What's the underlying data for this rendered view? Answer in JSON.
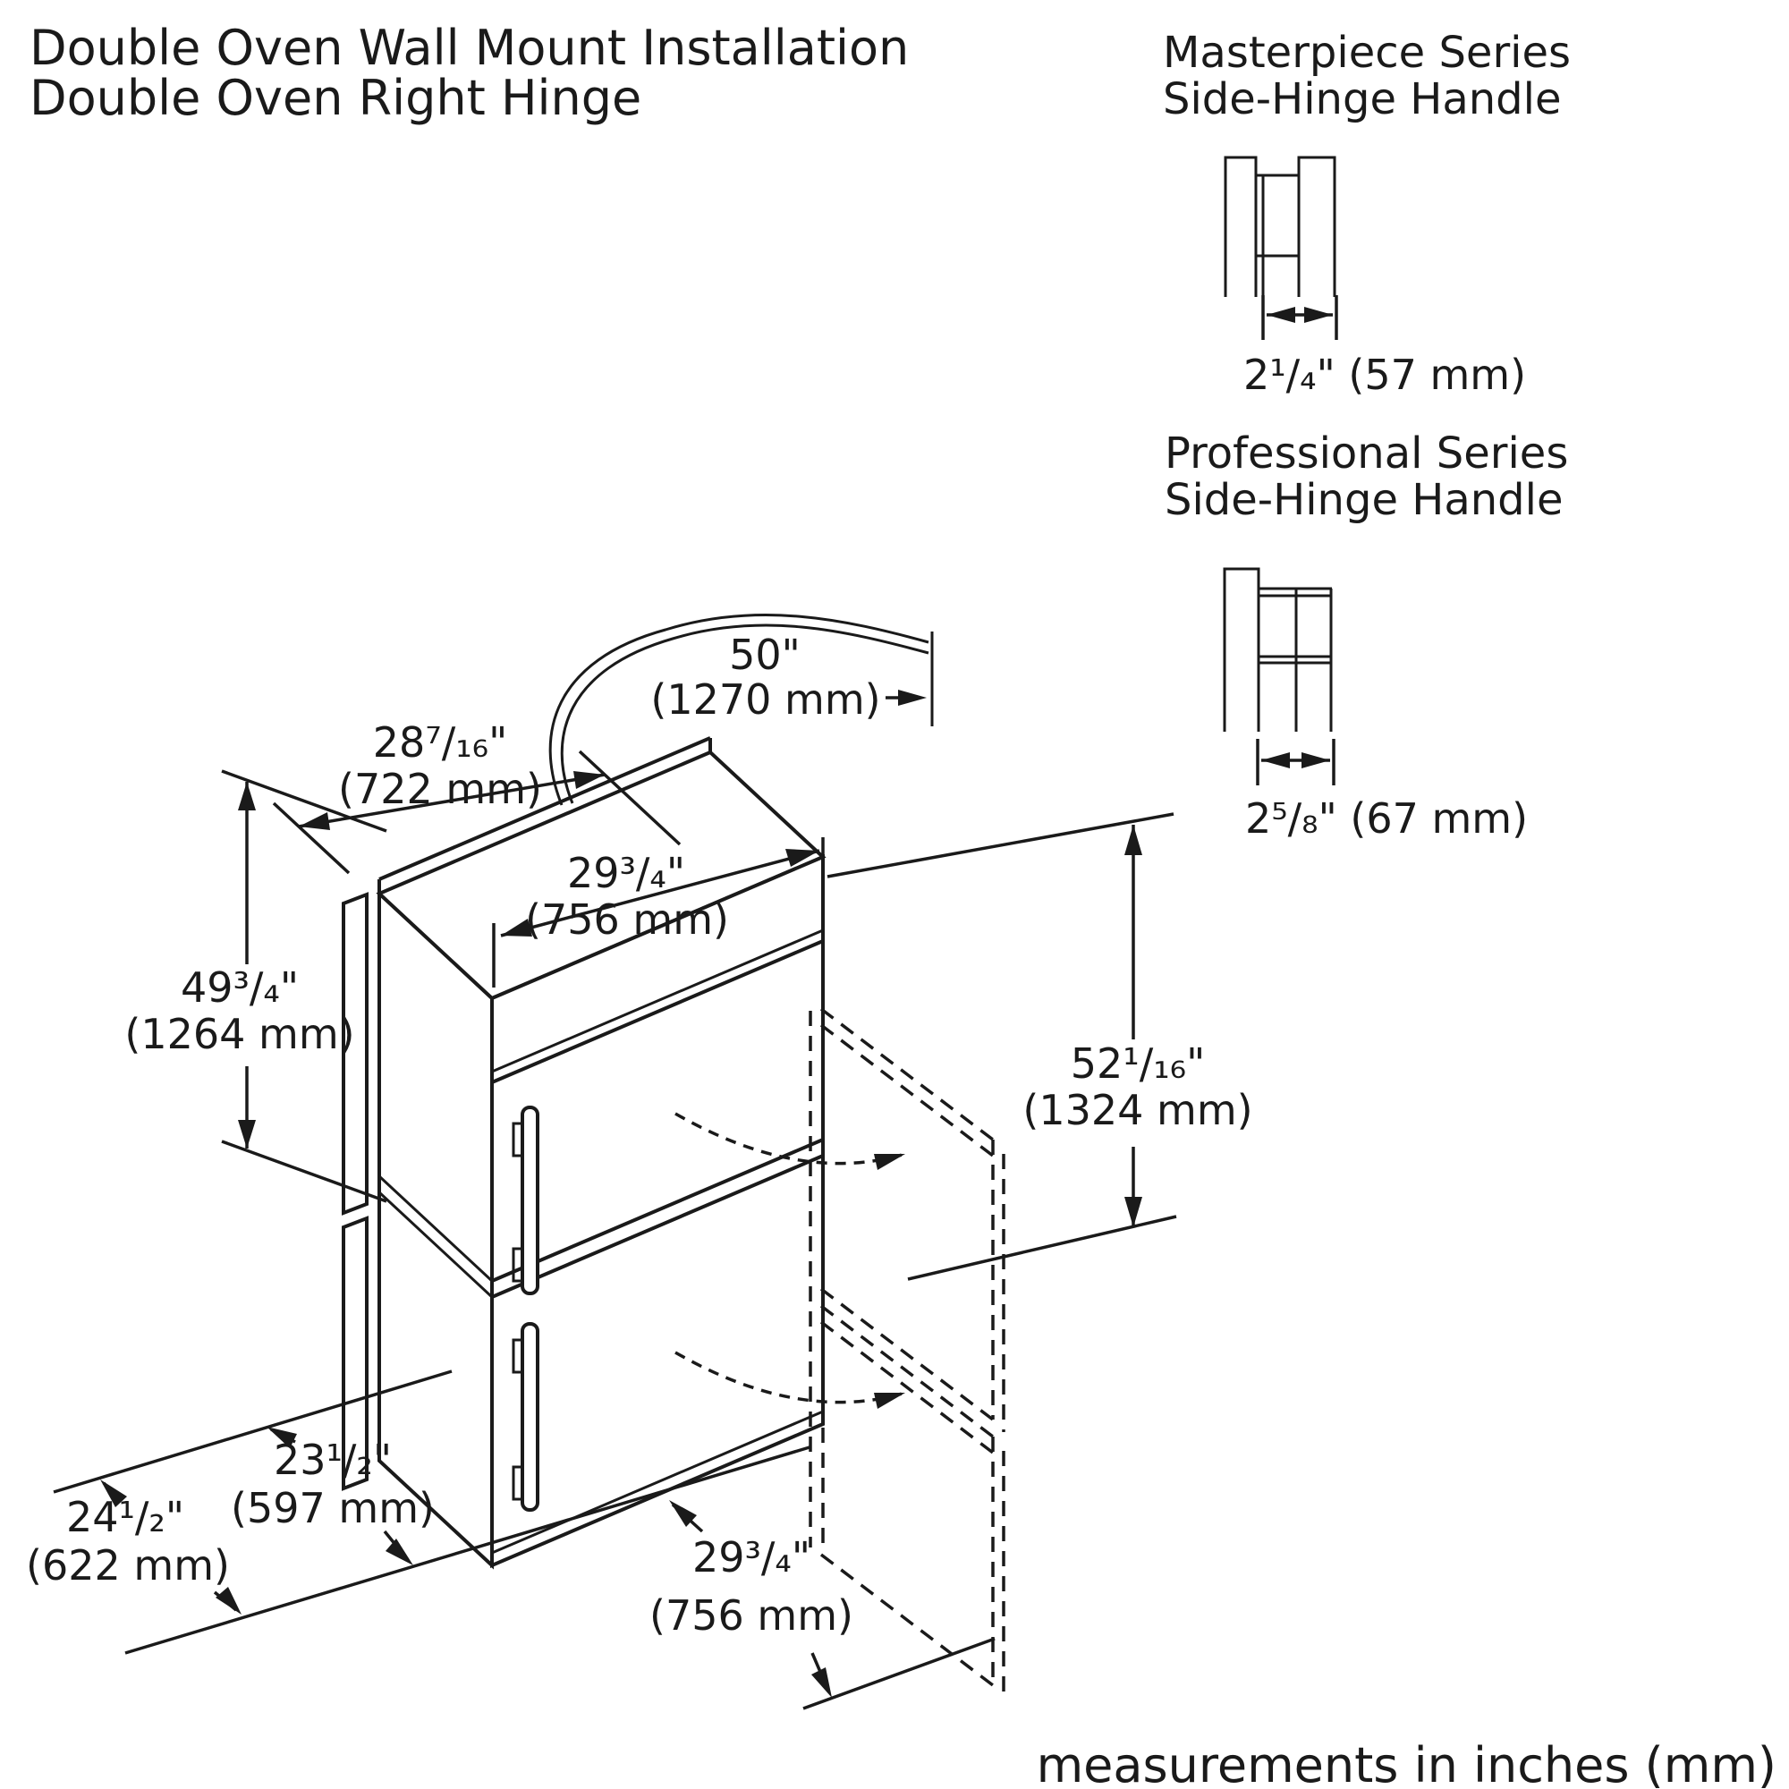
{
  "title": {
    "line1": "Double Oven Wall Mount Installation",
    "line2": "Double Oven Right Hinge"
  },
  "handles": {
    "masterpiece": {
      "title1": "Masterpiece Series",
      "title2": "Side-Hinge Handle",
      "dim": "2¹/₄\" (57 mm)"
    },
    "professional": {
      "title1": "Professional Series",
      "title2": "Side-Hinge Handle",
      "dim": "2⁵/₈\" (67 mm)"
    }
  },
  "dims": {
    "cable": {
      "in": "50\"",
      "mm": "(1270 mm)"
    },
    "depth_top": {
      "in": "28⁷/₁₆\"",
      "mm": "(722 mm)"
    },
    "width_top": {
      "in": "29³/₄\"",
      "mm": "(756 mm)"
    },
    "height_left": {
      "in": "49³/₄\"",
      "mm": "(1264 mm)"
    },
    "height_right": {
      "in": "52¹/₁₆\"",
      "mm": "(1324 mm)"
    },
    "depth_inner": {
      "in": "23¹/₂\"",
      "mm": "(597 mm)"
    },
    "depth_outer": {
      "in": "24¹/₂\"",
      "mm": "(622 mm)"
    },
    "width_bottom": {
      "in": "29³/₄\"",
      "mm": "(756 mm)"
    }
  },
  "footer": {
    "note": "measurements in inches (mm)"
  },
  "colors": {
    "line": "#1a1a1a",
    "background": "#ffffff"
  }
}
